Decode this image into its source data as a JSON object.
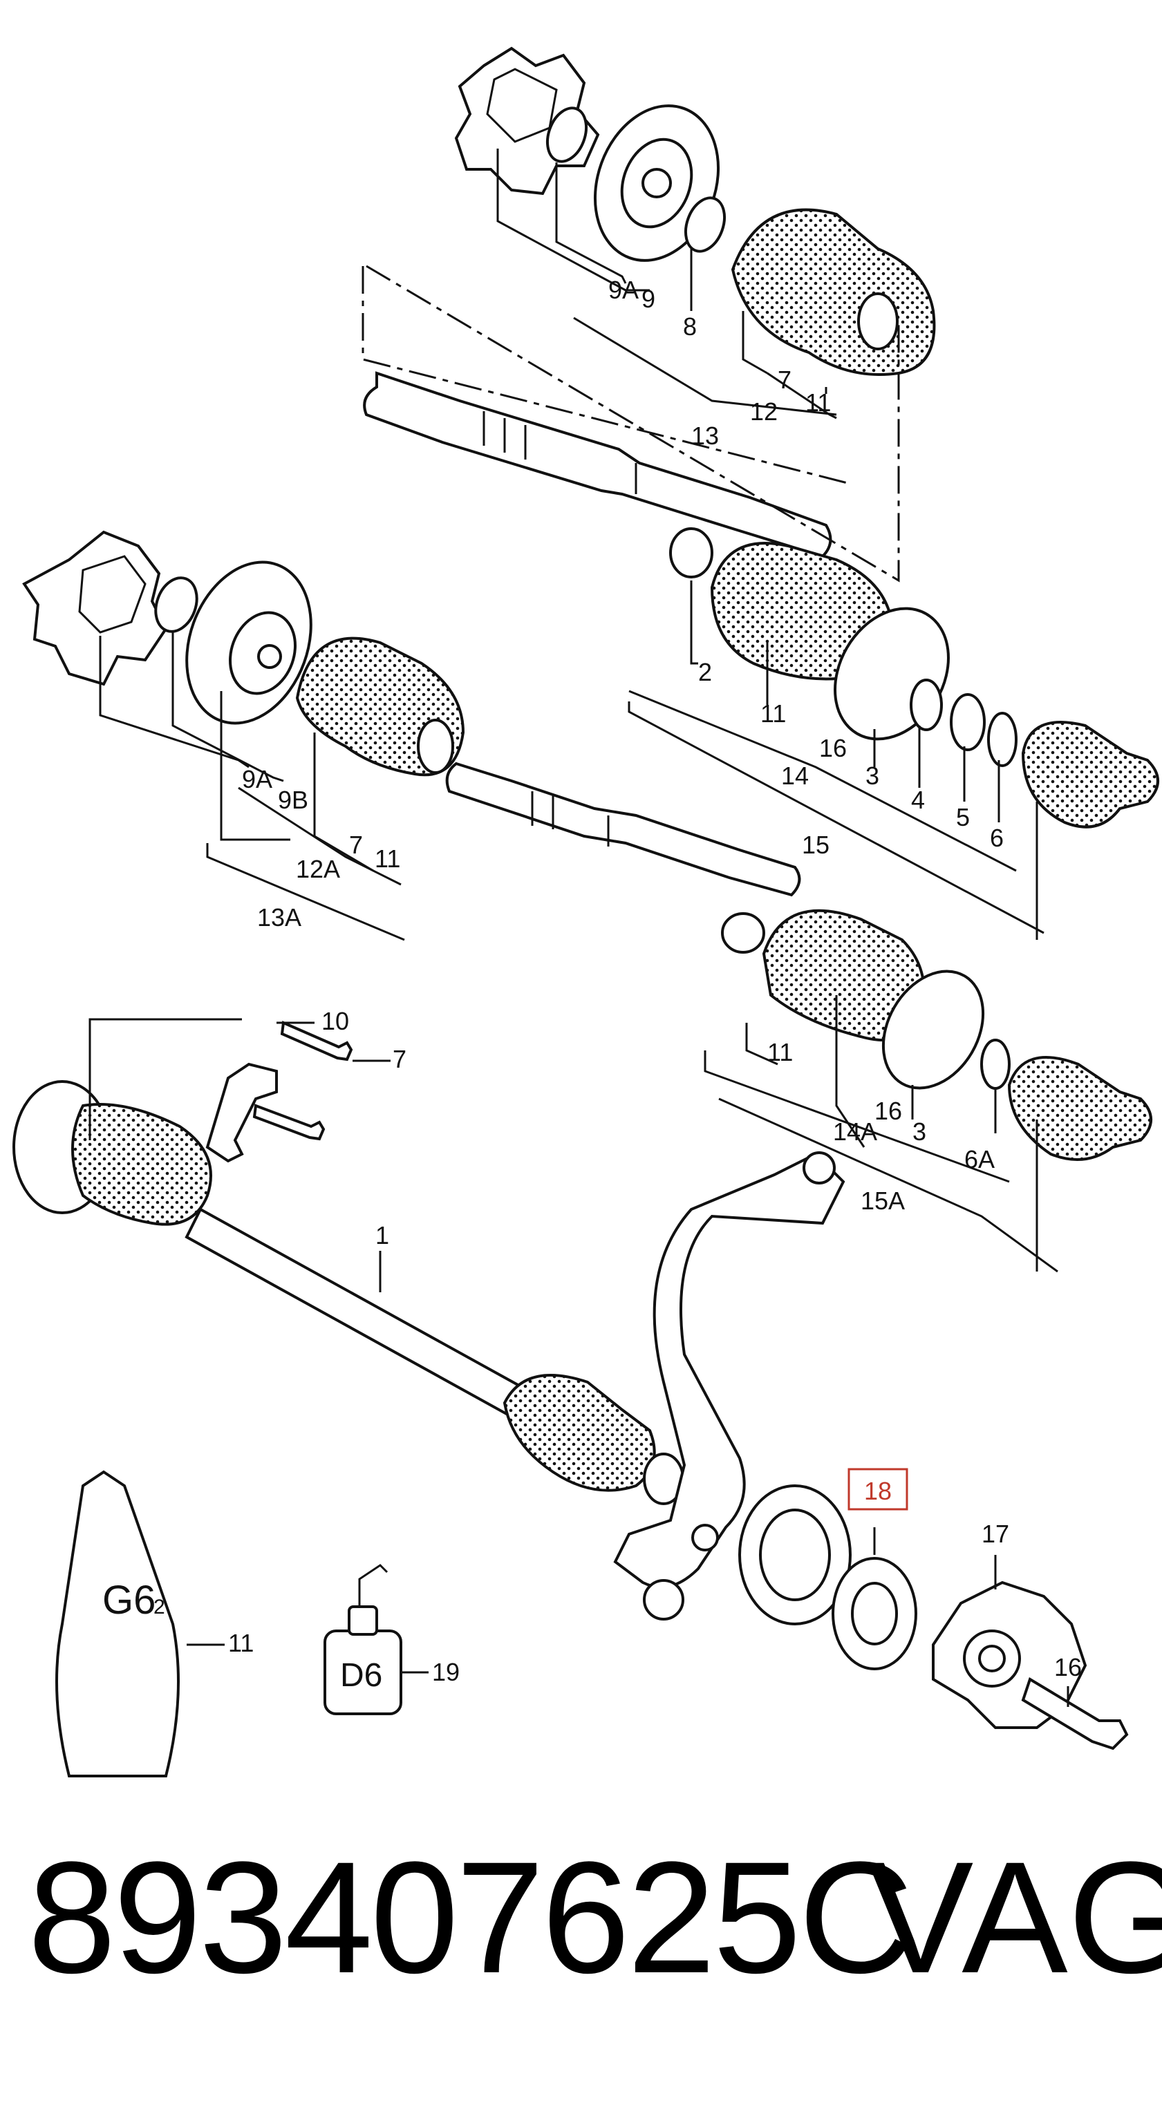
{
  "callouts": {
    "c1": "9A",
    "c2": "9",
    "c3": "8",
    "c4": "7",
    "c5": "12",
    "c6": "11",
    "c7": "13",
    "c8": "2",
    "c9": "11",
    "c10": "16",
    "c11": "3",
    "c12": "4",
    "c13": "5",
    "c14": "6",
    "c15": "14",
    "c16": "15",
    "c17": "9A",
    "c18": "9B",
    "c19": "7",
    "c20": "12A",
    "c21": "11",
    "c22": "13A",
    "c23": "10",
    "c24": "7",
    "c25": "11",
    "c26": "16",
    "c27": "3",
    "c28": "6A",
    "c29": "14A",
    "c30": "15A",
    "c31": "1",
    "c32": "18",
    "c33": "17",
    "c34": "16",
    "c35": "11",
    "c36": "19"
  },
  "product_labels": {
    "grease_tube": "G6",
    "grease_tube_sub": "2",
    "oil_bottle": "D6"
  },
  "footer": {
    "part_number": "893407625C",
    "brand": "VAG"
  },
  "colors": {
    "line": "#111111",
    "highlight": "#c0392b",
    "background": "#ffffff"
  }
}
